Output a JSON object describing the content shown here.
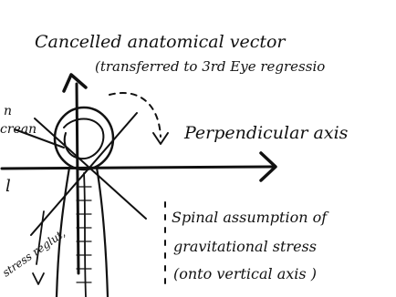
{
  "ink_color": "#111111",
  "paper_color": "#ffffff",
  "labels": {
    "cancelled_vector": "Cancelled anatomical vector",
    "transferred": "(transferred to 3rd Eye regressio",
    "perpendicular": "Perpendicular axis",
    "spinal_line1": "Spinal assumption of",
    "spinal_line2": "gravitational stress",
    "spinal_line3": "(onto vertical axis )",
    "left_top": "n",
    "left_top2": "crean",
    "left_mid": "l",
    "stress_relief": "stress reglut,"
  }
}
